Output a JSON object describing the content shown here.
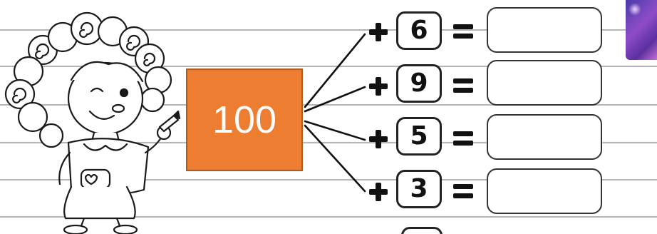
{
  "worksheet": {
    "center_number": "100",
    "rows": [
      {
        "operator": "+",
        "addend": "6",
        "equals": "=",
        "answer": ""
      },
      {
        "operator": "+",
        "addend": "9",
        "equals": "=",
        "answer": ""
      },
      {
        "operator": "+",
        "addend": "5",
        "equals": "=",
        "answer": ""
      },
      {
        "operator": "+",
        "addend": "3",
        "equals": "=",
        "answer": ""
      }
    ]
  },
  "colors": {
    "center_box_fill": "#ed7d31",
    "center_box_border": "#ae5a21",
    "rule_line": "#b5b5b5",
    "ink": "#111111"
  },
  "icons": {
    "character": "girl-with-pencil-illustration",
    "thumbnail": "purple-thumbnail-image"
  }
}
